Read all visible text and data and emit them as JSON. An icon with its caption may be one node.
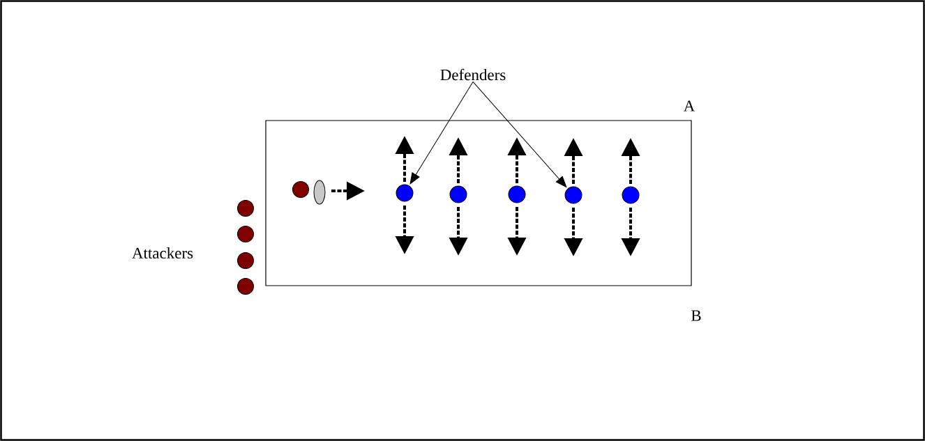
{
  "diagram": {
    "nodes": [
      {
        "text": [
          "Defenders"
        ]
      },
      {
        "text": [],
        "shape": "circle"
      },
      {
        "text": [],
        "shape": "circle"
      },
      {
        "text": [],
        "shape": "circle"
      },
      {
        "text": [],
        "shape": "circle"
      },
      {
        "text": [],
        "shape": "circle"
      }
    ],
    "edges": [
      {
        "from": 0,
        "to": 1,
        "arrow": "to"
      },
      {
        "from": 0,
        "to": 4,
        "arrow": "to"
      }
    ],
    "labels": [
      "A",
      "B",
      "Attackers"
    ]
  }
}
